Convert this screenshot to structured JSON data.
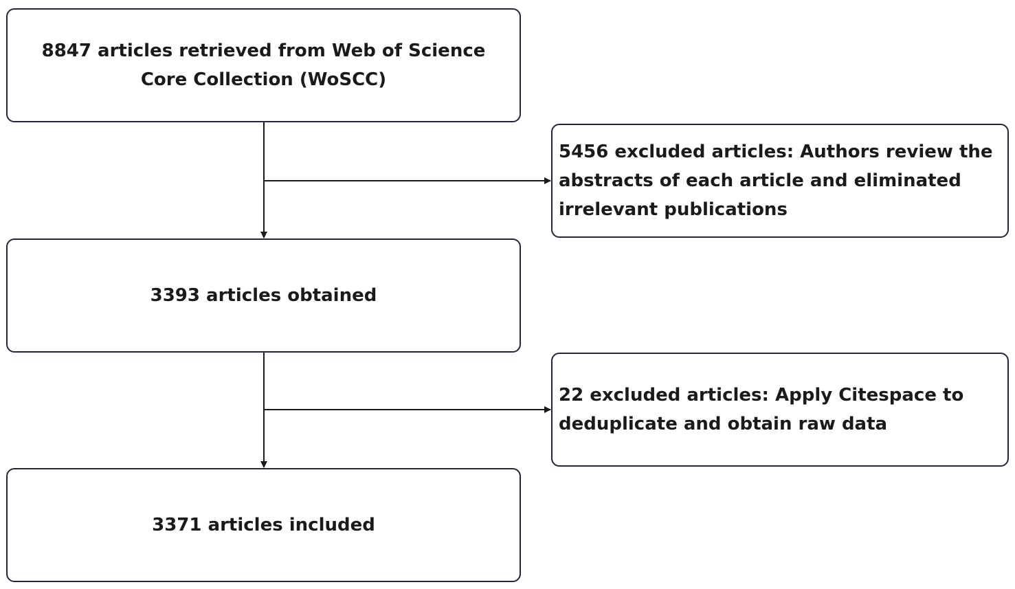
{
  "flow": {
    "steps": [
      {
        "text": "8847 articles retrieved from Web of Science Core Collection (WoSCC)"
      },
      {
        "text": "3393 articles obtained"
      },
      {
        "text": "3371 articles included"
      }
    ],
    "exclusions": [
      {
        "text": "5456 excluded articles: Authors review the abstracts of each article and eliminated irrelevant publications"
      },
      {
        "text": "22 excluded articles: Apply Citespace to deduplicate and obtain raw data"
      }
    ]
  },
  "colors": {
    "border": "#1f2344",
    "text": "#1a1a1a",
    "arrow": "#1a1a1a"
  }
}
